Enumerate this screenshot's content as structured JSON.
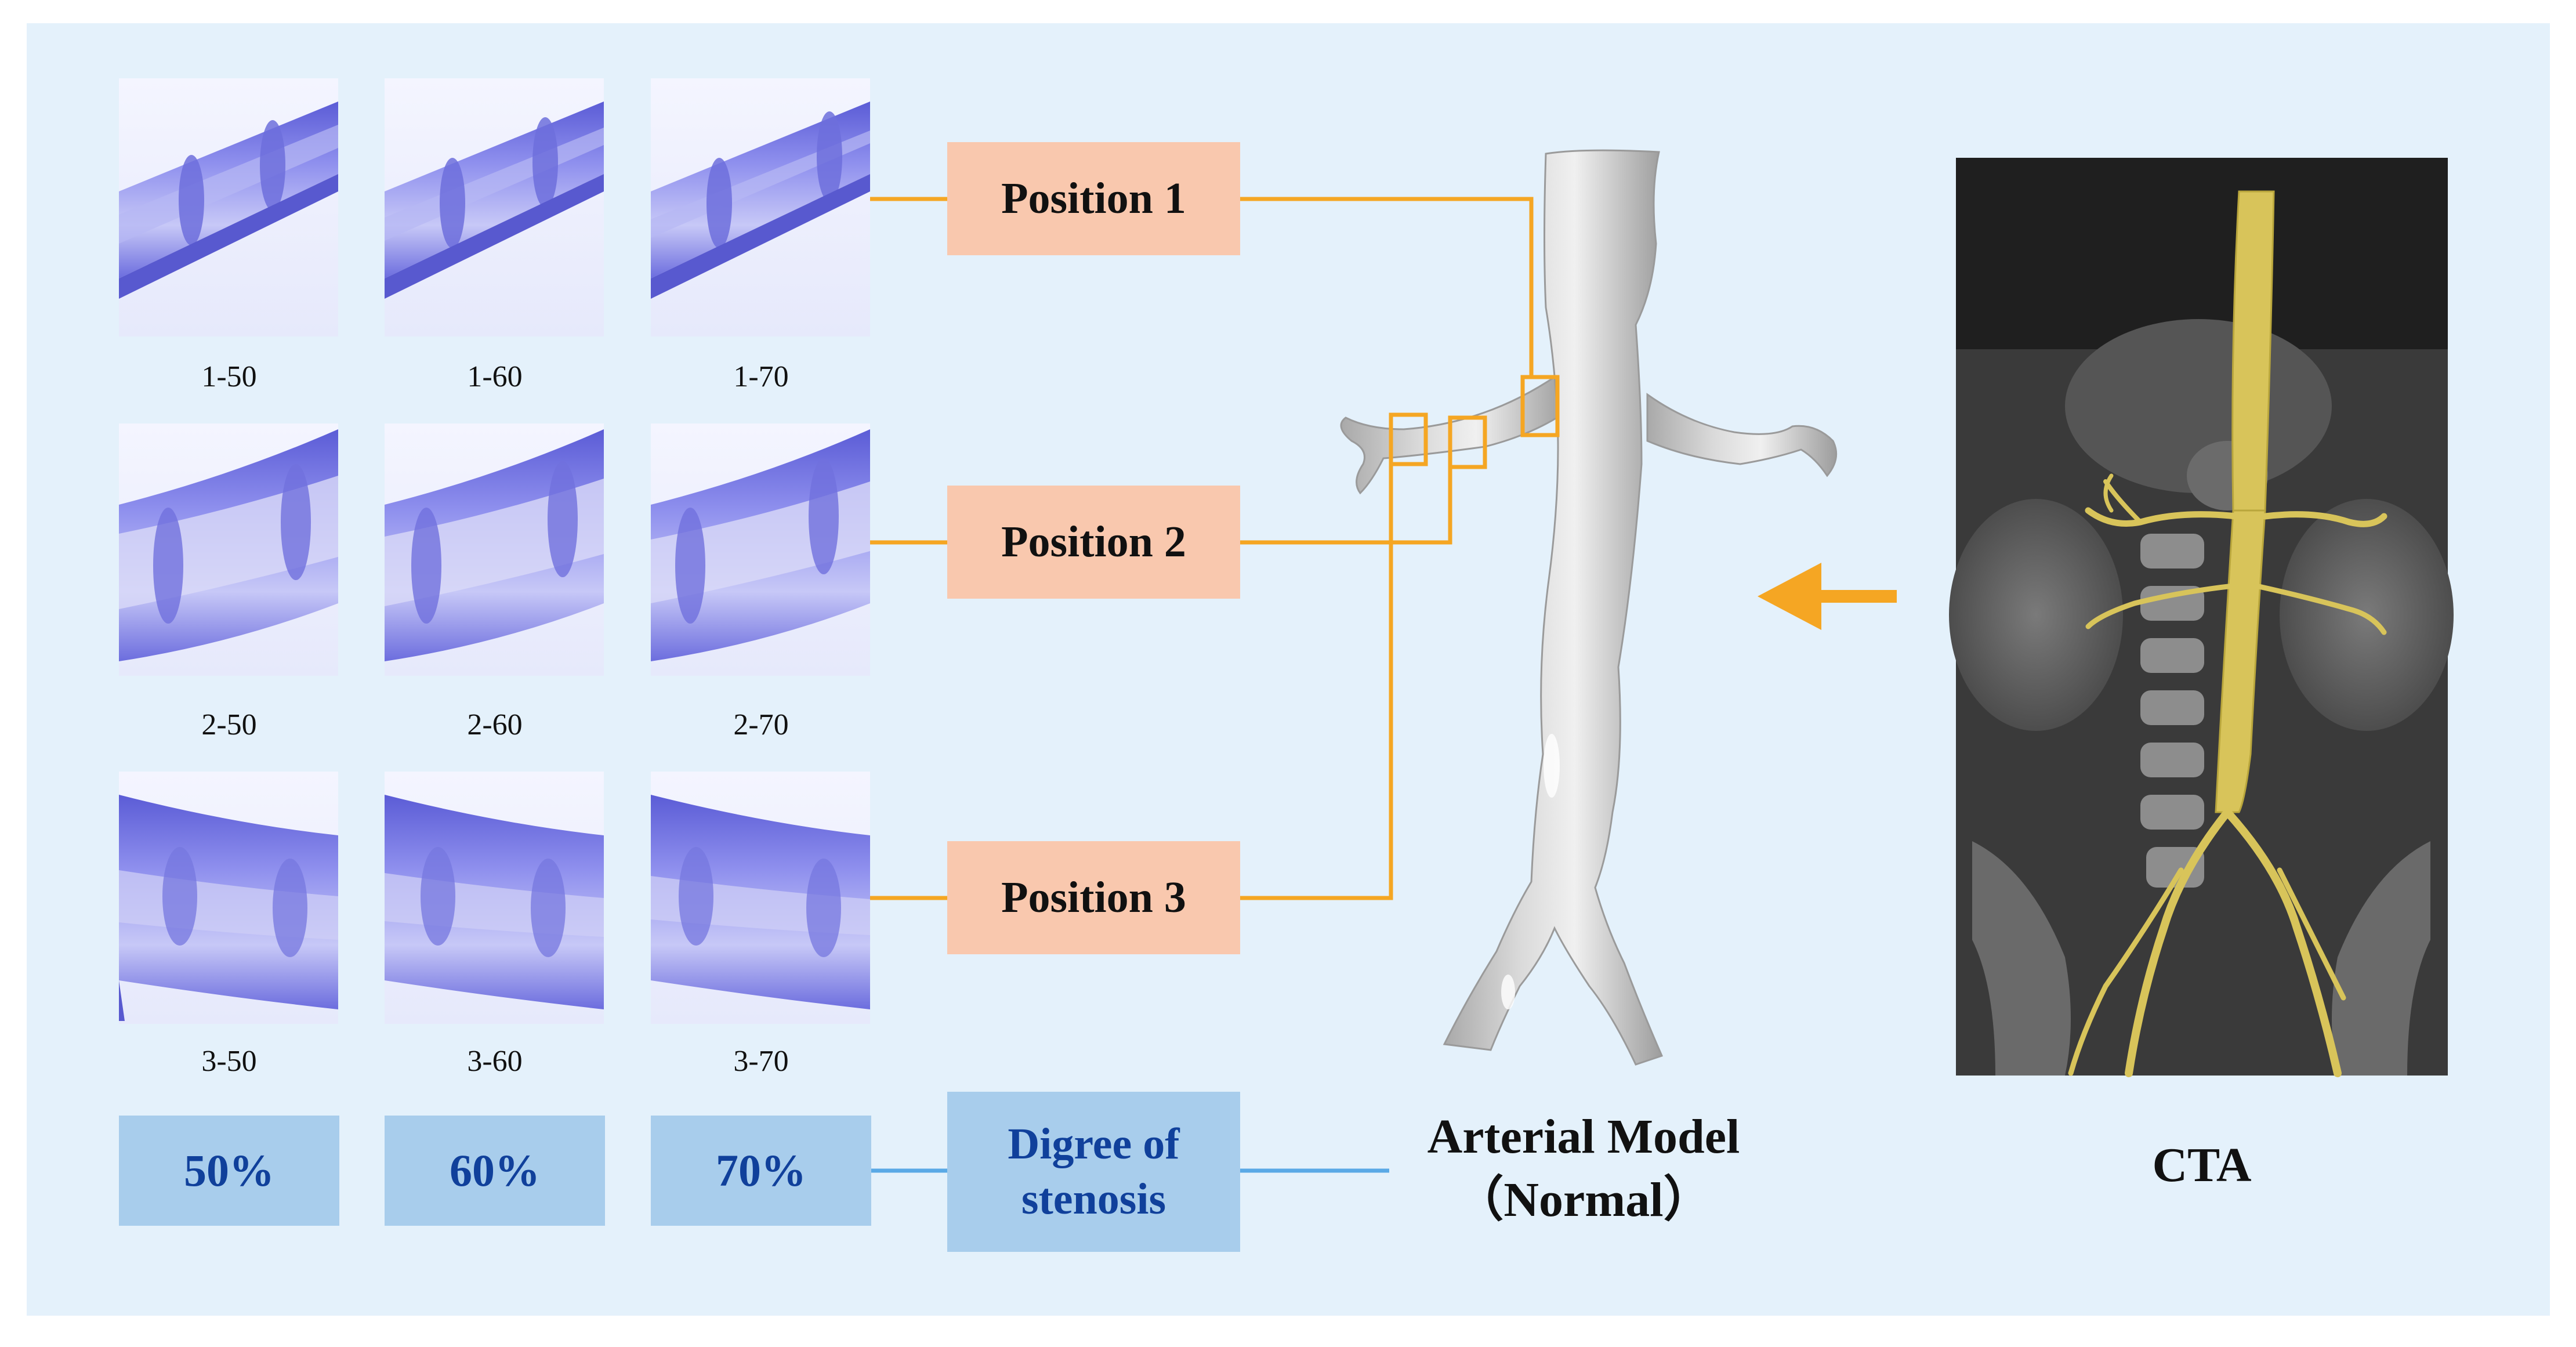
{
  "thumbnails": [
    {
      "label": "1-50"
    },
    {
      "label": "1-60"
    },
    {
      "label": "1-70"
    },
    {
      "label": "2-50"
    },
    {
      "label": "2-60"
    },
    {
      "label": "2-70"
    },
    {
      "label": "3-50"
    },
    {
      "label": "3-60"
    },
    {
      "label": "3-70"
    }
  ],
  "positions": [
    {
      "label": "Position 1"
    },
    {
      "label": "Position 2"
    },
    {
      "label": "Position 3"
    }
  ],
  "degrees": [
    {
      "label": "50%"
    },
    {
      "label": "60%"
    },
    {
      "label": "70%"
    }
  ],
  "stenosis_box": {
    "line1": "Digree of",
    "line2": "stenosis"
  },
  "arterial_model": {
    "line1": "Arterial Model",
    "line2": "（Normal）"
  },
  "cta": {
    "label": "CTA"
  },
  "colors": {
    "panel_bg": "#e4f1fb",
    "position_box": "#f9c8ae",
    "degree_box": "#a8cdec",
    "degree_text": "#10409b",
    "connector_orange": "#f5a623",
    "connector_blue": "#5aa9e6",
    "vessel_blue": "#7f80e6",
    "artery_gray": "#c9c9c9",
    "cta_vessel": "#d8c45a"
  }
}
